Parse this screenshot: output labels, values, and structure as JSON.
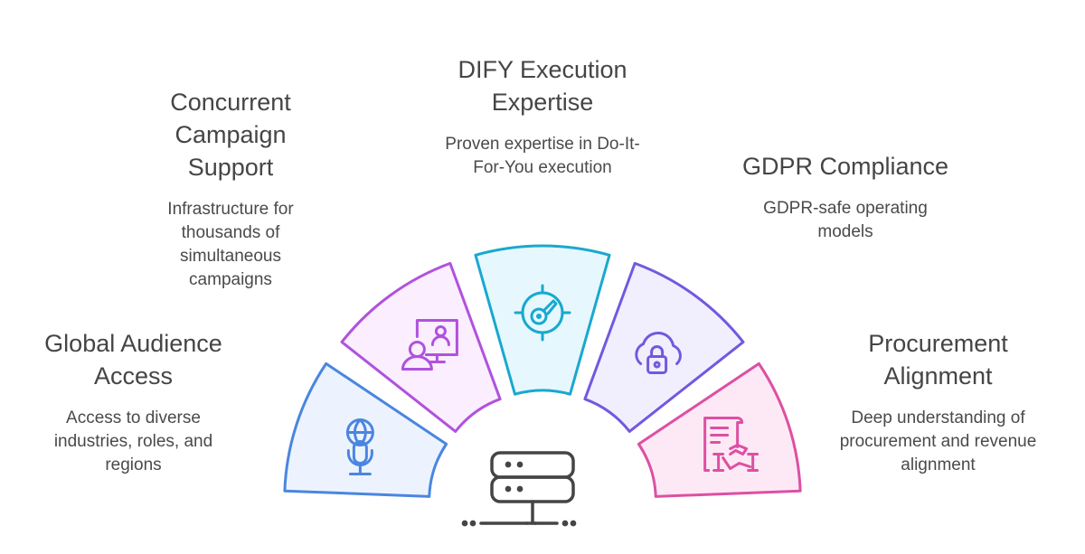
{
  "diagram": {
    "center_icon": "server-network-icon",
    "segments": [
      {
        "id": "global-audience",
        "title": "Global Audience Access",
        "description": "Access to diverse industries, roles, and regions",
        "icon": "globe-microphone-icon",
        "stroke": "#4a86e0",
        "fill": "#edf3fe"
      },
      {
        "id": "concurrent-campaign",
        "title": "Concurrent Campaign Support",
        "description": "Infrastructure for thousands of simultaneous campaigns",
        "icon": "video-conference-icon",
        "stroke": "#b052dd",
        "fill": "#fbeefe"
      },
      {
        "id": "dify-execution",
        "title": "DIFY Execution Expertise",
        "description": "Proven expertise in Do-It-For-You execution",
        "icon": "target-key-icon",
        "stroke": "#19a8cf",
        "fill": "#e6f8fe"
      },
      {
        "id": "gdpr-compliance",
        "title": "GDPR Compliance",
        "description": "GDPR-safe operating models",
        "icon": "cloud-lock-icon",
        "stroke": "#7358e0",
        "fill": "#f1effe"
      },
      {
        "id": "procurement-alignment",
        "title": "Procurement Alignment",
        "description": "Deep understanding of procurement and revenue alignment",
        "icon": "contract-handshake-icon",
        "stroke": "#de4fa3",
        "fill": "#fde9f5"
      }
    ]
  }
}
